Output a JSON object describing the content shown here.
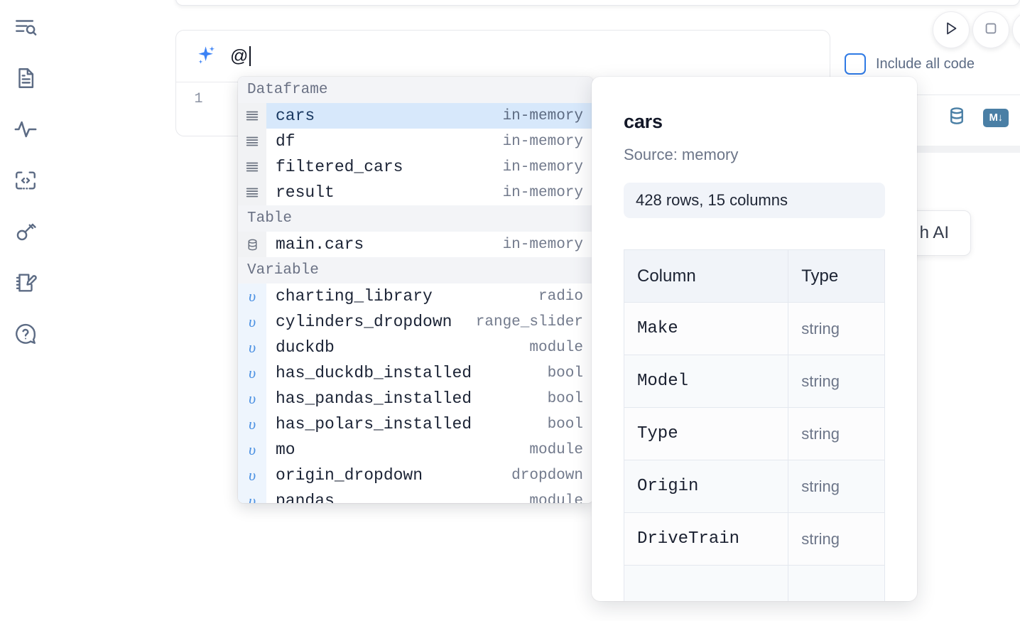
{
  "sidebar": {
    "items": [
      {
        "name": "explore-notebook",
        "icon": "list-search-icon"
      },
      {
        "name": "file-explorer",
        "icon": "file-text-icon"
      },
      {
        "name": "activity-monitor",
        "icon": "pulse-icon"
      },
      {
        "name": "snippets",
        "icon": "code-brackets-icon"
      },
      {
        "name": "secrets",
        "icon": "key-icon"
      },
      {
        "name": "scratchpad",
        "icon": "notebook-pen-icon"
      },
      {
        "name": "help",
        "icon": "question-chat-icon"
      }
    ]
  },
  "toolbar": {
    "run_label": "Run cell",
    "stop_label": "Stop",
    "include_all_code_label": "Include all code",
    "include_all_code_checked": false
  },
  "ai_prompt": {
    "value": "@",
    "icon": "sparkles-icon",
    "line_number": "1"
  },
  "cell": {
    "database_icon": "database-icon",
    "markdown_icon": "markdown-icon",
    "markdown_label": "M↓"
  },
  "ai_button": {
    "label": "h AI"
  },
  "autocomplete": {
    "groups": [
      {
        "label": "Dataframe",
        "kind": "dataframe",
        "icon": "dataframe-icon",
        "items": [
          {
            "name": "cars",
            "type": "in-memory",
            "selected": true
          },
          {
            "name": "df",
            "type": "in-memory",
            "selected": false
          },
          {
            "name": "filtered_cars",
            "type": "in-memory",
            "selected": false
          },
          {
            "name": "result",
            "type": "in-memory",
            "selected": false
          }
        ]
      },
      {
        "label": "Table",
        "kind": "table",
        "icon": "database-icon",
        "items": [
          {
            "name": "main.cars",
            "type": "in-memory",
            "selected": false
          }
        ]
      },
      {
        "label": "Variable",
        "kind": "variable",
        "icon": "variable-icon",
        "items": [
          {
            "name": "charting_library",
            "type": "radio",
            "selected": false
          },
          {
            "name": "cylinders_dropdown",
            "type": "range_slider",
            "selected": false
          },
          {
            "name": "duckdb",
            "type": "module",
            "selected": false
          },
          {
            "name": "has_duckdb_installed",
            "type": "bool",
            "selected": false
          },
          {
            "name": "has_pandas_installed",
            "type": "bool",
            "selected": false
          },
          {
            "name": "has_polars_installed",
            "type": "bool",
            "selected": false
          },
          {
            "name": "mo",
            "type": "module",
            "selected": false
          },
          {
            "name": "origin_dropdown",
            "type": "dropdown",
            "selected": false
          },
          {
            "name": "pandas",
            "type": "module",
            "selected": false
          }
        ]
      }
    ]
  },
  "doc_panel": {
    "title": "cars",
    "source": "Source: memory",
    "shape": "428 rows, 15 columns",
    "table": {
      "headers": [
        "Column",
        "Type"
      ],
      "rows": [
        {
          "column": "Make",
          "type": "string"
        },
        {
          "column": "Model",
          "type": "string"
        },
        {
          "column": "Type",
          "type": "string"
        },
        {
          "column": "Origin",
          "type": "string"
        },
        {
          "column": "DriveTrain",
          "type": "string"
        },
        {
          "column": "",
          "type": ""
        }
      ]
    }
  },
  "colors": {
    "accent_blue": "#2f7ae5",
    "selected_row": "#d7e8fb",
    "group_header_bg": "#f3f4f7",
    "icon_gray": "#5c6b84",
    "steel_blue": "#4a7fa5"
  }
}
